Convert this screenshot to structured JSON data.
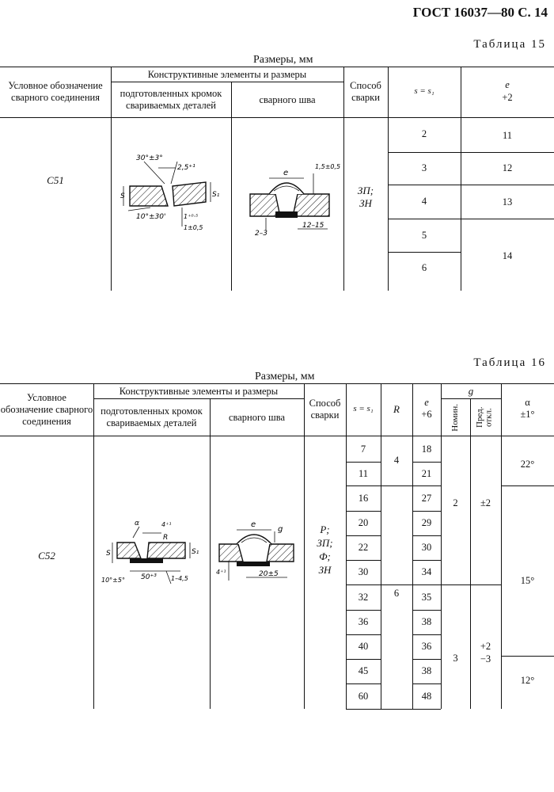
{
  "page_header": "ГОСТ 16037—80 С. 14",
  "table15": {
    "caption": "Таблица 15",
    "dims": "Размеры, мм",
    "col_designation": "Условное обозначение сварного соединения",
    "col_elements": "Конструктивные элементы и размеры",
    "col_prepared": "подготовленных кромок свариваемых деталей",
    "col_weld": "сварного шва",
    "col_method": "Способ сварки",
    "col_s": "s = s₁",
    "col_e": "e",
    "col_e_tol": "+2",
    "designation": "C51",
    "method_line1": "ЗП;",
    "method_line2": "ЗН",
    "s_values": [
      "2",
      "3",
      "4",
      "5",
      "6"
    ],
    "e_values": [
      "11",
      "12",
      "13",
      "14"
    ],
    "fig_prep": {
      "angle": "30°±3°",
      "gap_top": "2,5⁺¹",
      "s": "S",
      "s1": "S₁",
      "angle_bot": "10°±30'",
      "b1": "1⁺⁰·⁵",
      "b2": "1±0,5"
    },
    "fig_weld": {
      "e": "e",
      "h": "1,5±0,5",
      "bot": "2–3",
      "width": "12–15"
    }
  },
  "table16": {
    "caption": "Таблица 16",
    "dims": "Размеры, мм",
    "col_designation": "Условное обозначение сварного соединения",
    "col_elements": "Конструктивные элементы и размеры",
    "col_prepared": "подготовленных кромок свариваемых деталей",
    "col_weld": "сварного шва",
    "col_method": "Способ сварки",
    "col_s": "s = s₁",
    "col_R": "R",
    "col_e": "e",
    "col_e_tol": "+6",
    "col_g": "g",
    "col_g_nom": "Номин.",
    "col_g_dev": "Пред. откл.",
    "col_alpha": "α",
    "col_alpha_tol": "±1°",
    "designation": "C52",
    "method": [
      "Р;",
      "ЗП;",
      "Ф;",
      "ЗН"
    ],
    "s_values": [
      "7",
      "11",
      "16",
      "20",
      "22",
      "30",
      "32",
      "36",
      "40",
      "45",
      "60"
    ],
    "R_values": [
      "4",
      "6"
    ],
    "e_values": [
      "18",
      "21",
      "27",
      "29",
      "30",
      "34",
      "35",
      "38",
      "36",
      "38",
      "48"
    ],
    "g_nom": [
      "2",
      "3"
    ],
    "g_dev": [
      "±2",
      "+2",
      "−3"
    ],
    "alpha_values": [
      "22°",
      "15°",
      "12°"
    ],
    "fig_prep": {
      "alpha": "α",
      "gap": "4⁺¹",
      "R": "R",
      "s": "S",
      "s1": "S₁",
      "angle_bot": "10°±5°",
      "t": "1–4,5",
      "w": "50⁺³"
    },
    "fig_weld": {
      "e": "e",
      "g": "g",
      "h": "4⁺¹",
      "w": "20±5"
    }
  }
}
